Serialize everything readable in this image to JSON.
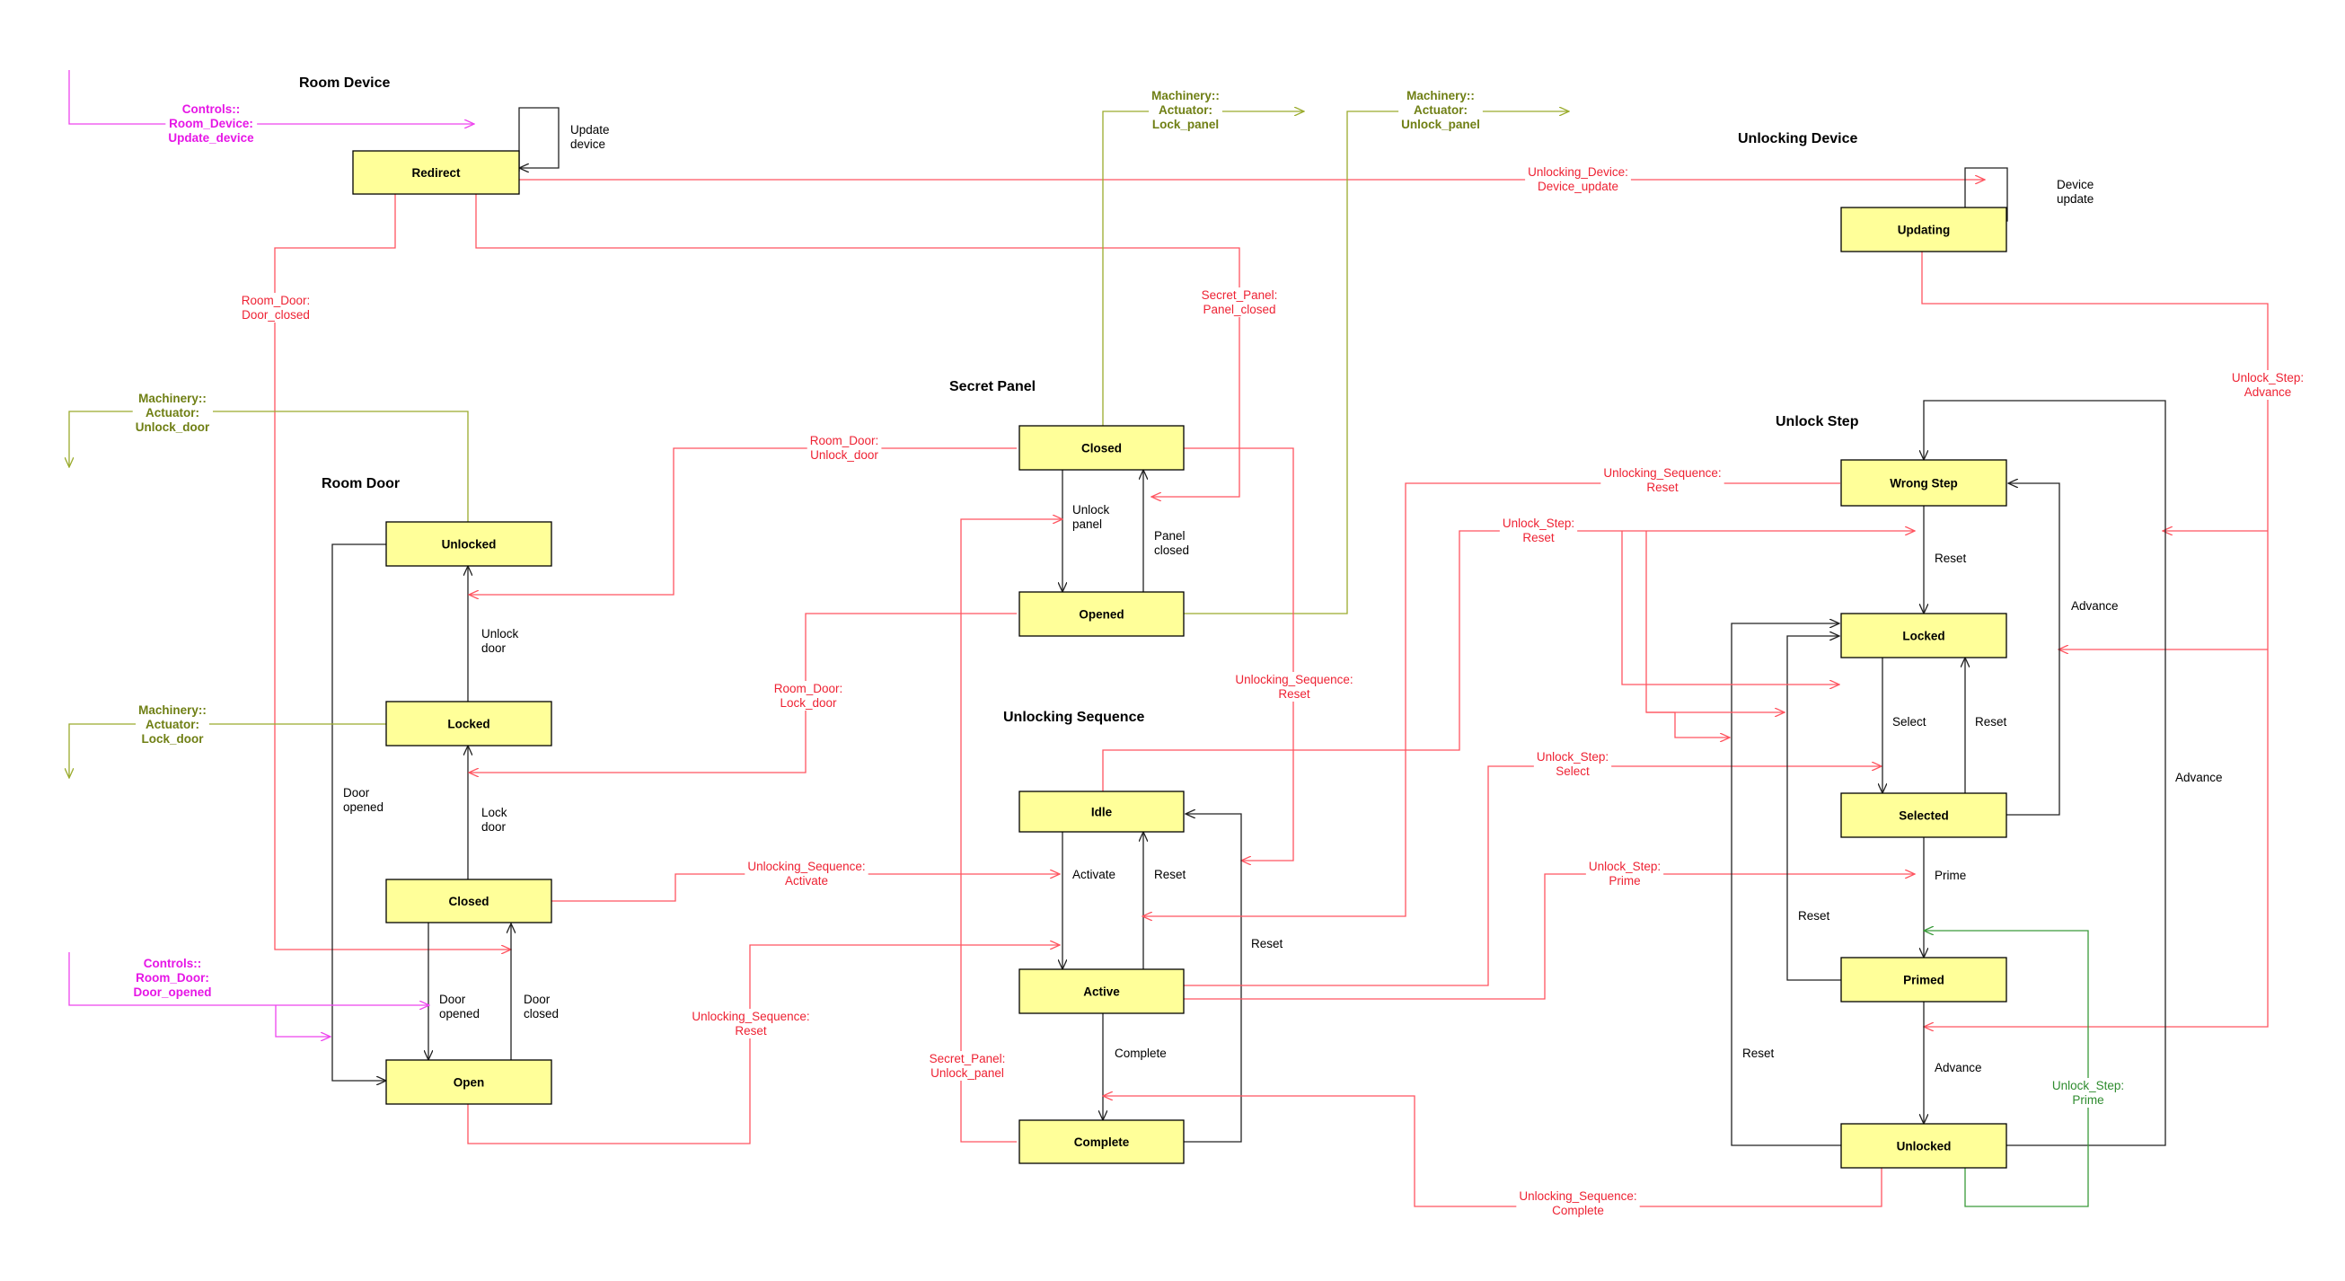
{
  "groups": {
    "room_device": "Room Device",
    "room_door": "Room Door",
    "secret_panel": "Secret Panel",
    "unlocking_sequence": "Unlocking Sequence",
    "unlocking_device": "Unlocking Device",
    "unlock_step": "Unlock Step"
  },
  "states": {
    "redirect": "Redirect",
    "unlocked_door": "Unlocked",
    "locked_door": "Locked",
    "closed_door": "Closed",
    "open_door": "Open",
    "closed_panel": "Closed",
    "opened_panel": "Opened",
    "idle": "Idle",
    "active": "Active",
    "complete": "Complete",
    "updating": "Updating",
    "wrong_step": "Wrong Step",
    "locked_step": "Locked",
    "selected": "Selected",
    "primed": "Primed",
    "unlocked_step": "Unlocked"
  },
  "labels": {
    "update_device": [
      "Update",
      "device"
    ],
    "device_update_self": [
      "Device",
      "update"
    ],
    "unlock_door": [
      "Unlock",
      "door"
    ],
    "lock_door": [
      "Lock",
      "door"
    ],
    "door_opened_left": [
      "Door",
      "opened"
    ],
    "door_opened": [
      "Door",
      "opened"
    ],
    "door_closed": [
      "Door",
      "closed"
    ],
    "unlock_panel": [
      "Unlock",
      "panel"
    ],
    "panel_closed": [
      "Panel",
      "closed"
    ],
    "activate": "Activate",
    "reset_idle": "Reset",
    "reset_complete": "Reset",
    "complete_tr": "Complete",
    "reset_wrong": "Reset",
    "advance_wrong": "Advance",
    "select": "Select",
    "reset_selected": "Reset",
    "prime": "Prime",
    "reset_primed": "Reset",
    "advance_primed": "Advance",
    "reset_unlocked": "Reset",
    "advance_unlocked": "Advance"
  },
  "events": {
    "controls_room_device": [
      "Controls::",
      "Room_Device:",
      "Update_device"
    ],
    "controls_room_door": [
      "Controls::",
      "Room_Door:",
      "Door_opened"
    ],
    "machinery_unlock_door": [
      "Machinery::",
      "Actuator:",
      "Unlock_door"
    ],
    "machinery_lock_door": [
      "Machinery::",
      "Actuator:",
      "Lock_door"
    ],
    "machinery_lock_panel": [
      "Machinery::",
      "Actuator:",
      "Lock_panel"
    ],
    "machinery_unlock_panel": [
      "Machinery::",
      "Actuator:",
      "Unlock_panel"
    ],
    "room_door_door_closed": [
      "Room_Door:",
      "Door_closed"
    ],
    "room_door_unlock_door": [
      "Room_Door:",
      "Unlock_door"
    ],
    "room_door_lock_door": [
      "Room_Door:",
      "Lock_door"
    ],
    "secret_panel_panel_closed": [
      "Secret_Panel:",
      "Panel_closed"
    ],
    "secret_panel_unlock_panel": [
      "Secret_Panel:",
      "Unlock_panel"
    ],
    "unlocking_device_update": [
      "Unlocking_Device:",
      "Device_update"
    ],
    "useq_activate": [
      "Unlocking_Sequence:",
      "Activate"
    ],
    "useq_reset_left": [
      "Unlocking_Sequence:",
      "Reset"
    ],
    "useq_reset_mid": [
      "Unlocking_Sequence:",
      "Reset"
    ],
    "useq_reset_right": [
      "Unlocking_Sequence:",
      "Reset"
    ],
    "useq_complete": [
      "Unlocking_Sequence:",
      "Complete"
    ],
    "ustep_reset": [
      "Unlock_Step:",
      "Reset"
    ],
    "ustep_select": [
      "Unlock_Step:",
      "Select"
    ],
    "ustep_prime_red": [
      "Unlock_Step:",
      "Prime"
    ],
    "ustep_advance": [
      "Unlock_Step:",
      "Advance"
    ],
    "ustep_prime_green": [
      "Unlock_Step:",
      "Prime"
    ]
  }
}
